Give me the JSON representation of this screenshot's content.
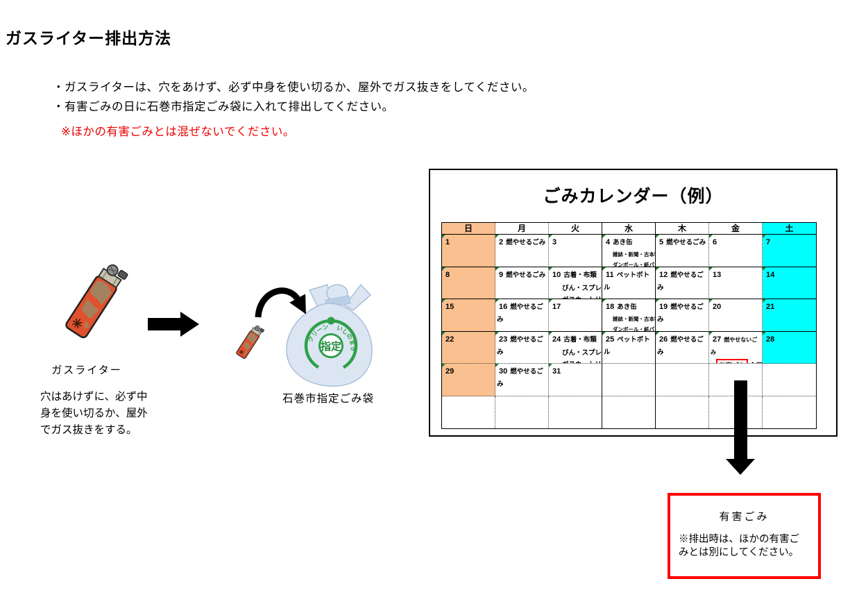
{
  "page": {
    "title": "ガスライター排出方法"
  },
  "instructions": {
    "bullet1": "・ガスライターは、穴をあけず、必ず中身を使い切るか、屋外でガス抜きをしてください。",
    "bullet2": "・有害ごみの日に石巻市指定ごみ袋に入れて排出してください。",
    "warning": "※ほかの有害ごみとは混ぜないでください。"
  },
  "figure": {
    "lighter_caption": "ガスライター",
    "lighter_note_lines": [
      "穴はあけずに、必ず中",
      "身を使い切るか、屋外",
      "でガス抜きをする。"
    ],
    "bag_caption": "石巻市指定ごみ袋",
    "bag_logo": {
      "arc_left": "クリーン",
      "arc_right": "いしのまき",
      "center": "指定"
    }
  },
  "calendar": {
    "title": "ごみカレンダー（例）",
    "weekdays": [
      "日",
      "月",
      "火",
      "水",
      "木",
      "金",
      "土"
    ],
    "colors": {
      "sunday": "#FAC090",
      "saturday": "#00FFFF",
      "highlight_border": "#FF0000"
    },
    "rows": [
      [
        {
          "d": "1"
        },
        {
          "d": "2",
          "t": "燃やせるごみ"
        },
        {
          "d": "3"
        },
        {
          "d": "4",
          "t": "あき缶",
          "sm": [
            "雑誌・新聞・古本等",
            "ダンボール・紙パック"
          ]
        },
        {
          "d": "5",
          "t": "燃やせるごみ"
        },
        {
          "d": "6"
        },
        {
          "d": "7"
        }
      ],
      [
        {
          "d": "8"
        },
        {
          "d": "9",
          "t": "燃やせるごみ"
        },
        {
          "d": "10",
          "t": "古着・布類",
          "md": [
            "びん・スプレー",
            "ガスカートリッジ"
          ]
        },
        {
          "d": "11",
          "t": "ペットボトル"
        },
        {
          "d": "12",
          "t": "燃やせるごみ"
        },
        {
          "d": "13"
        },
        {
          "d": "14"
        }
      ],
      [
        {
          "d": "15"
        },
        {
          "d": "16",
          "t": "燃やせるごみ"
        },
        {
          "d": "17"
        },
        {
          "d": "18",
          "t": "あき缶",
          "sm": [
            "雑誌・新聞・古本等",
            "ダンボール・紙パック"
          ]
        },
        {
          "d": "19",
          "t": "燃やせるごみ"
        },
        {
          "d": "20"
        },
        {
          "d": "21"
        }
      ],
      [
        {
          "d": "22"
        },
        {
          "d": "23",
          "t": "燃やせるごみ"
        },
        {
          "d": "24",
          "t": "古着・布類",
          "md": [
            "びん・スプレー",
            "ガスカートリッジ"
          ]
        },
        {
          "d": "25",
          "t": "ペットボトル"
        },
        {
          "d": "26",
          "t": "燃やせるごみ"
        },
        {
          "d": "27",
          "t": "燃やせないごみ",
          "t_small": true,
          "boxed": "有害ごみ",
          "boxed_after": "金属"
        },
        {
          "d": "28"
        }
      ],
      [
        {
          "d": "29"
        },
        {
          "d": "30",
          "t": "燃やせるごみ"
        },
        {
          "d": "31"
        },
        {},
        {},
        {},
        {}
      ],
      [
        {},
        {},
        {},
        {},
        {},
        {},
        {}
      ]
    ]
  },
  "hazard_box": {
    "title": "有害ごみ",
    "note_lines": [
      "※排出時は、ほかの有害ご",
      "みとは別にしてください。"
    ]
  }
}
